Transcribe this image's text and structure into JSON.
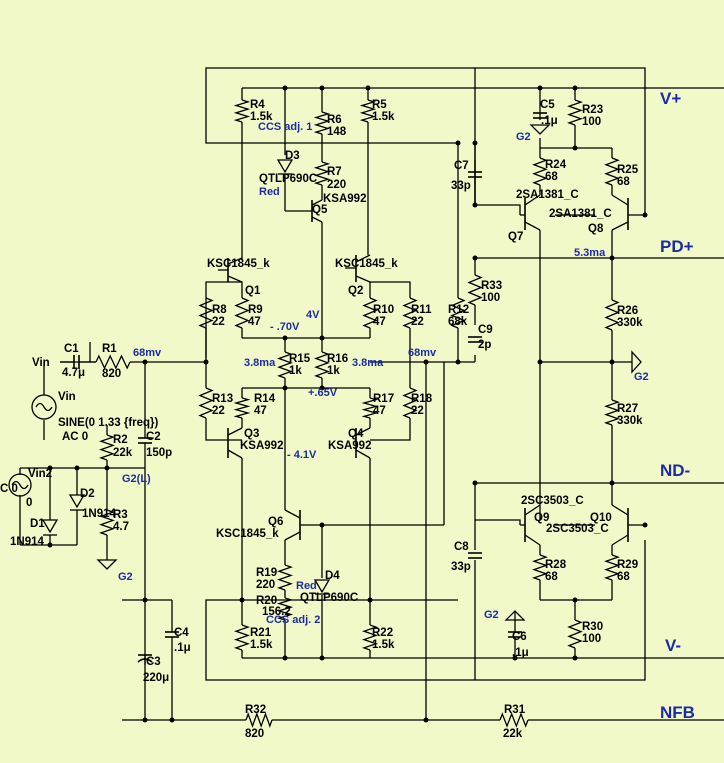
{
  "nets": {
    "vplus": "V+",
    "pdplus": "PD+",
    "ndminus": "ND-",
    "vminus": "V-",
    "nfb": "NFB",
    "vin": "Vin",
    "vin2": "Vin2",
    "g2": "G2",
    "g2l": "G2(L)"
  },
  "source": {
    "line1": "SINE(0 1.33 {freq})",
    "line2": "AC 0",
    "line3": "C 0",
    "line4": "0"
  },
  "resistors": {
    "r1": {
      "name": "R1",
      "value": "820"
    },
    "r2": {
      "name": "R2",
      "value": "22k"
    },
    "r3": {
      "name": "R3",
      "value": "4.7"
    },
    "r4": {
      "name": "R4",
      "value": "1.5k"
    },
    "r5": {
      "name": "R5",
      "value": "1.5k"
    },
    "r6": {
      "name": "R6",
      "value": "148"
    },
    "r7": {
      "name": "R7",
      "value": "220"
    },
    "r8": {
      "name": "R8",
      "value": "22"
    },
    "r9": {
      "name": "R9",
      "value": "47"
    },
    "r10": {
      "name": "R10",
      "value": "47"
    },
    "r11": {
      "name": "R11",
      "value": "22"
    },
    "r12": {
      "name": "R12",
      "value": "68k"
    },
    "r13": {
      "name": "R13",
      "value": "22"
    },
    "r14": {
      "name": "R14",
      "value": "47"
    },
    "r15": {
      "name": "R15",
      "value": "1k"
    },
    "r16": {
      "name": "R16",
      "value": "1k"
    },
    "r17": {
      "name": "R17",
      "value": "47"
    },
    "r18": {
      "name": "R18",
      "value": "22"
    },
    "r19": {
      "name": "R19",
      "value": "220"
    },
    "r20": {
      "name": "R20",
      "value": "156.2"
    },
    "r21": {
      "name": "R21",
      "value": "1.5k"
    },
    "r22": {
      "name": "R22",
      "value": "1.5k"
    },
    "r23": {
      "name": "R23",
      "value": "100"
    },
    "r24": {
      "name": "R24",
      "value": "68"
    },
    "r25": {
      "name": "R25",
      "value": "68"
    },
    "r26": {
      "name": "R26",
      "value": "330k"
    },
    "r27": {
      "name": "R27",
      "value": "330k"
    },
    "r28": {
      "name": "R28",
      "value": "68"
    },
    "r29": {
      "name": "R29",
      "value": "68"
    },
    "r30": {
      "name": "R30",
      "value": "100"
    },
    "r31": {
      "name": "R31",
      "value": "22k"
    },
    "r32": {
      "name": "R32",
      "value": "820"
    },
    "r33": {
      "name": "R33",
      "value": "100"
    }
  },
  "capacitors": {
    "c1": {
      "name": "C1",
      "value": "4.7μ"
    },
    "c2": {
      "name": "C2",
      "value": "150p"
    },
    "c3": {
      "name": "C3",
      "value": "220μ"
    },
    "c4": {
      "name": "C4",
      "value": ".1μ"
    },
    "c5": {
      "name": "C5",
      "value": ".1μ"
    },
    "c6": {
      "name": "C6",
      "value": ".1μ"
    },
    "c7": {
      "name": "C7",
      "value": "33p"
    },
    "c8": {
      "name": "C8",
      "value": "33p"
    },
    "c9": {
      "name": "C9",
      "value": "2p"
    }
  },
  "transistors": {
    "q1": {
      "name": "Q1",
      "model": "KSC1845_k"
    },
    "q2": {
      "name": "Q2",
      "model": "KSC1845_k"
    },
    "q3": {
      "name": "Q3",
      "model": "KSA992"
    },
    "q4": {
      "name": "Q4",
      "model": "KSA992"
    },
    "q5": {
      "name": "Q5",
      "model": "KSA992"
    },
    "q6": {
      "name": "Q6",
      "model": "KSC1845_k"
    },
    "q7": {
      "name": "Q7",
      "model": "2SA1381_C"
    },
    "q8": {
      "name": "Q8",
      "model": "2SA1381_C"
    },
    "q9": {
      "name": "Q9",
      "model": "2SC3503_C"
    },
    "q10": {
      "name": "Q10",
      "model": "2SC3503_C"
    }
  },
  "diodes": {
    "d1": {
      "name": "D1",
      "model": "1N914"
    },
    "d2": {
      "name": "D2",
      "model": "1N914"
    },
    "d3": {
      "name": "D3",
      "model": "QTLP690C",
      "note": "Red"
    },
    "d4": {
      "name": "D4",
      "model": "QTLP690C",
      "note": "Red"
    }
  },
  "annotations": {
    "ccs1": "CCS adj. 1",
    "ccs2": "CCS adj. 2",
    "mv68a": "68mv",
    "mv68b": "68mv",
    "v070": "- .70V",
    "v4": "4V",
    "ma38a": "3.8ma",
    "ma38b": "3.8ma",
    "v065": "+.65V",
    "v41": "- 4.1V",
    "ma53": "5.3ma"
  }
}
